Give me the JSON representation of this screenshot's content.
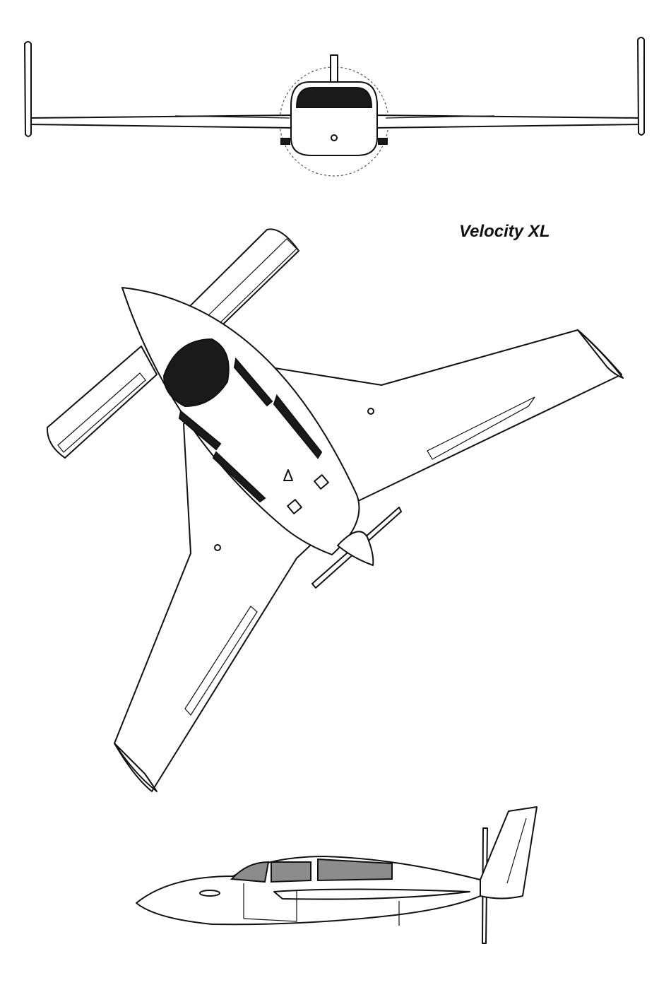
{
  "title": "Velocity XL",
  "views": {
    "front": "front-view",
    "top": "top-view",
    "side": "side-view"
  }
}
